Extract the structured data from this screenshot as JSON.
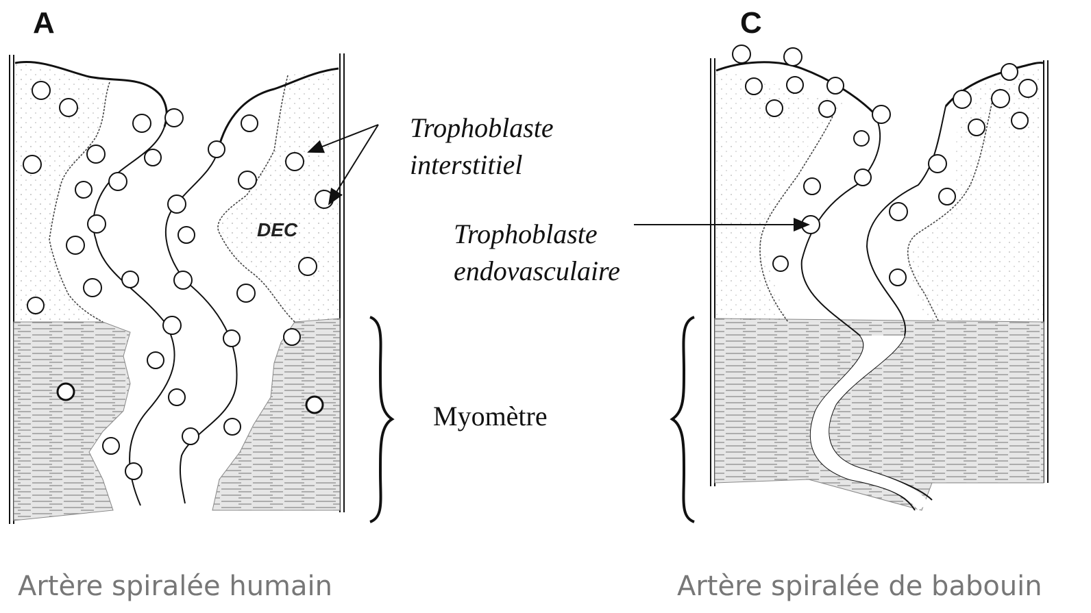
{
  "panels": {
    "left": {
      "letter": "A",
      "region_label": "DEC",
      "caption": "Artère spiralée humain"
    },
    "right": {
      "letter": "C",
      "caption": "Artère spiralée de babouin"
    }
  },
  "labels": {
    "interstitial_line1": "Trophoblaste",
    "interstitial_line2": "interstitiel",
    "endovascular_line1": "Trophoblaste",
    "endovascular_line2": "endovasculaire",
    "myometrium": "Myomètre"
  },
  "colors": {
    "ink": "#111111",
    "caption": "#777777",
    "myometrium_fill": "#e4e4e4"
  }
}
